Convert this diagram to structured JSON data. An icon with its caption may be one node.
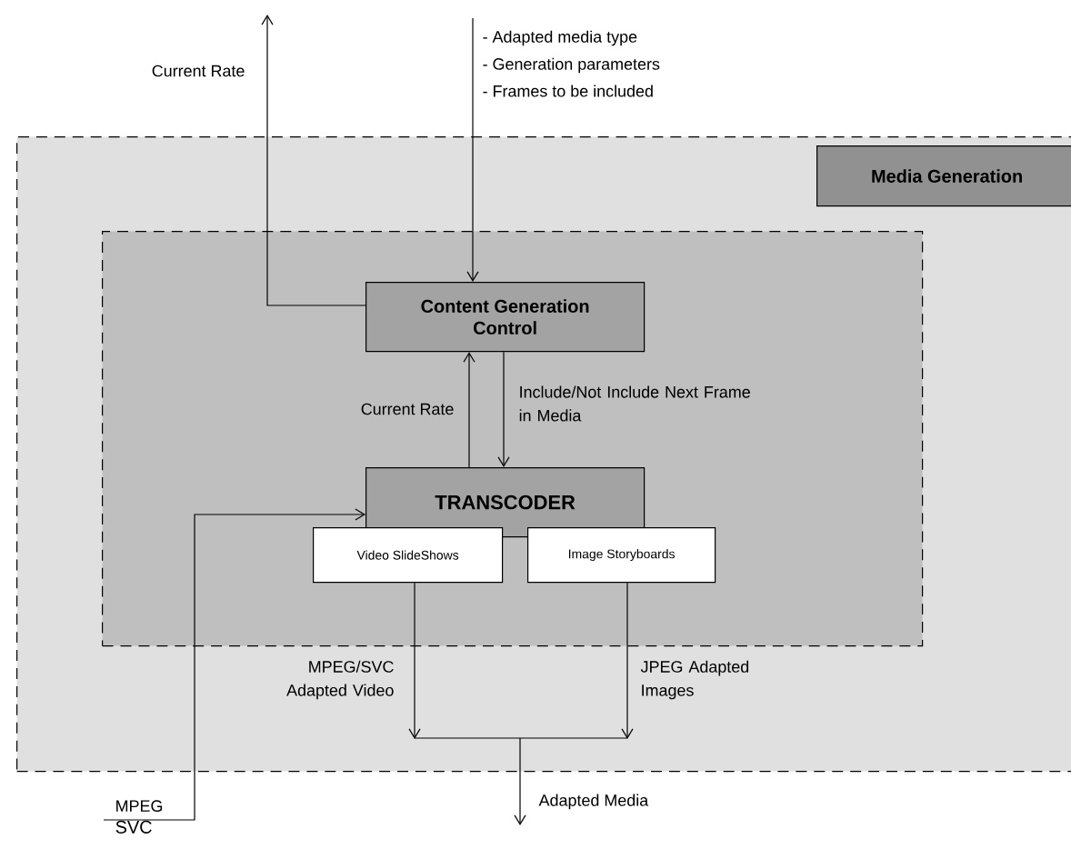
{
  "diagram": {
    "nodes": [
      {
        "text": [],
        "shape": "box"
      },
      {
        "text": [
          "Media Generation"
        ],
        "in": 0
      },
      {
        "text": [],
        "shape": "box",
        "in": 0
      },
      {
        "text": [
          "Content Generation Control"
        ],
        "in": 2
      },
      {
        "text": [
          "TRANSCODER"
        ],
        "in": 2
      },
      {
        "text": [
          "Video SlideShows"
        ],
        "in": 2
      },
      {
        "text": [
          "Image Storyboards"
        ],
        "in": 2
      },
      {
        "text": [
          "MPEG",
          "SVC"
        ]
      },
      {
        "text": [
          "Adapted Media"
        ]
      }
    ],
    "edges": [
      {
        "from": 3,
        "to": null,
        "arrow": "to",
        "label": "Current Rate"
      },
      {
        "from": null,
        "to": 3,
        "arrow": "to"
      },
      {
        "from": 4,
        "to": 3,
        "arrow": "to",
        "label": "Current Rate"
      },
      {
        "from": 3,
        "to": 4,
        "arrow": "to",
        "label": "Include/Not Include Next Frame in Media"
      },
      {
        "from": 7,
        "to": 4,
        "arrow": "to"
      },
      {
        "from": 5,
        "to": 8,
        "arrow": "to",
        "label": "MPEG/SVC Adapted Video"
      },
      {
        "from": 6,
        "to": 8,
        "arrow": "to",
        "label": "JPEG Adapted Images"
      }
    ],
    "labels": [
      "- Adapted media type",
      "- Generation parameters",
      "- Frames to be included"
    ]
  }
}
